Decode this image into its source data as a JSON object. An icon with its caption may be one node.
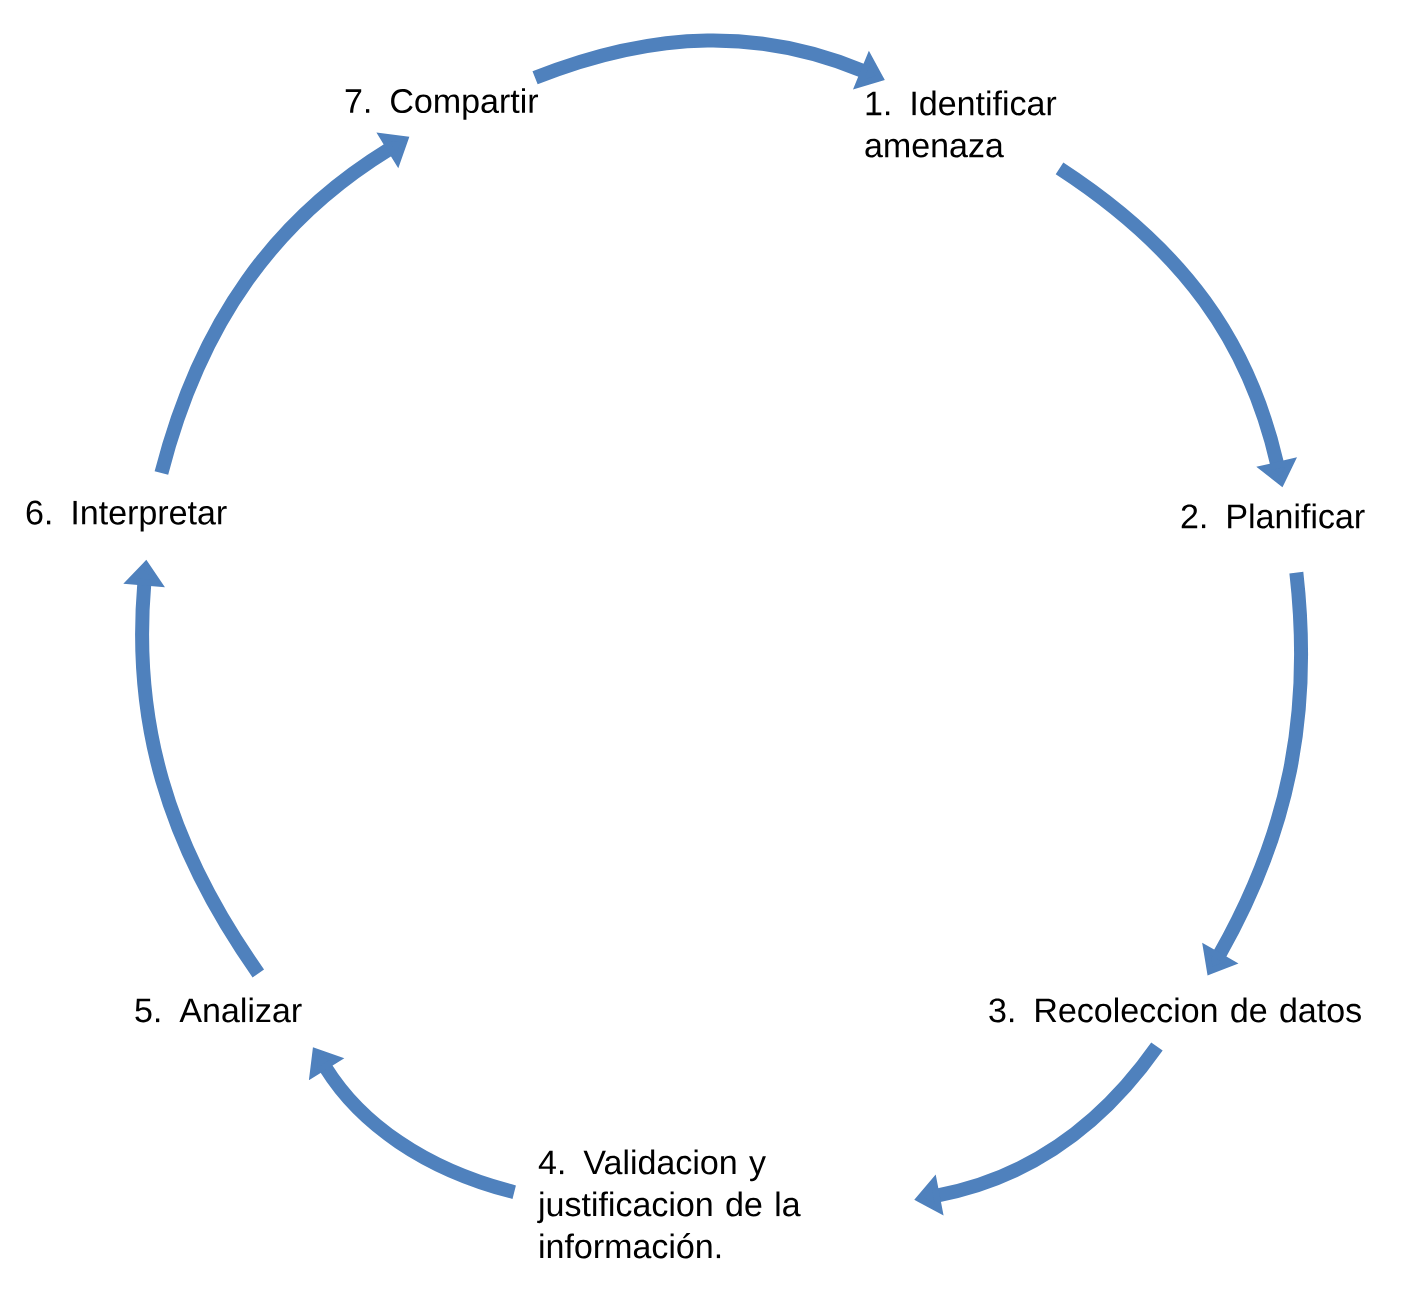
{
  "diagram": {
    "nodes": [
      {
        "text": [
          "1. Identificar amenaza"
        ]
      },
      {
        "text": [
          "2. Planificar"
        ]
      },
      {
        "text": [
          "3. Recoleccion de datos"
        ]
      },
      {
        "text": [
          "4. Validacion y justificacion de la información."
        ]
      },
      {
        "text": [
          "5. Analizar"
        ]
      },
      {
        "text": [
          "6. Interpretar"
        ]
      },
      {
        "text": [
          "7. Compartir"
        ]
      }
    ],
    "edges": [
      {
        "from": 6,
        "to": 0,
        "arrow": "to"
      },
      {
        "from": 0,
        "to": 1,
        "arrow": "to"
      },
      {
        "from": 1,
        "to": 2,
        "arrow": "to"
      },
      {
        "from": 2,
        "to": 3,
        "arrow": "to"
      },
      {
        "from": 3,
        "to": 4,
        "arrow": "to"
      },
      {
        "from": 4,
        "to": 5,
        "arrow": "to"
      },
      {
        "from": 5,
        "to": 6,
        "arrow": "to"
      }
    ]
  }
}
